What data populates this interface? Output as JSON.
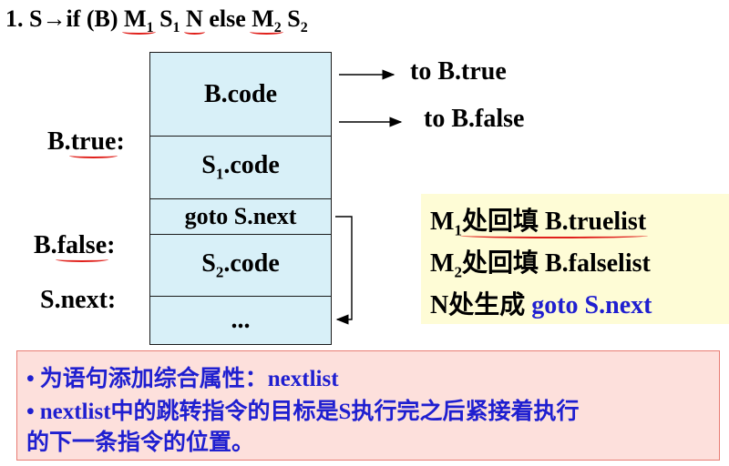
{
  "heading": {
    "num": "1. S",
    "arrow": "→",
    "part1": "if (B) ",
    "m1": "M",
    "m1_sub": "1",
    "s1": " S",
    "s1_sub": "1",
    "n": "N",
    "else_text": " else ",
    "m2": "M",
    "m2_sub": "2",
    "s2": " S",
    "s2_sub": "2"
  },
  "boxes": {
    "b_code": "B.code",
    "s1_prefix": "S",
    "s1_sub": "1",
    "s1_suffix": ".code",
    "goto": "goto S.next",
    "s2_prefix": "S",
    "s2_sub": "2",
    "s2_suffix": ".code",
    "ellipsis": "..."
  },
  "labels": {
    "b_true_prefix": "B.",
    "b_true_word": "true",
    "b_true_colon": ":",
    "b_false_prefix": "B.",
    "b_false_word": "false",
    "b_false_colon": ":",
    "s_next": "S.next:"
  },
  "arrows": {
    "to_true": "to  B.true",
    "to_false": "to B.false"
  },
  "note": {
    "l1_m": "M",
    "l1_sub": "1",
    "l1_text": "处回填 B.truelist",
    "l2_m": "M",
    "l2_sub": "2",
    "l2_text": "处回填 B.falselist",
    "l3_text": "N处生成 ",
    "l3_blue": "goto  S.next"
  },
  "bullets": {
    "b1_zh": "为语句添加综合属性：",
    "b1_en": "nextlist",
    "b2_line1": "nextlist中的跳转指令的目标是S执行完之后紧接着执行",
    "b2_line2": "的下一条指令的位置。"
  },
  "colors": {
    "cell_fill": "#d8f0f8",
    "note_fill": "#fefcd6",
    "pink_fill": "#fde0dc",
    "blue_text": "#1f1fd0",
    "red_underline": "#e0201b"
  }
}
